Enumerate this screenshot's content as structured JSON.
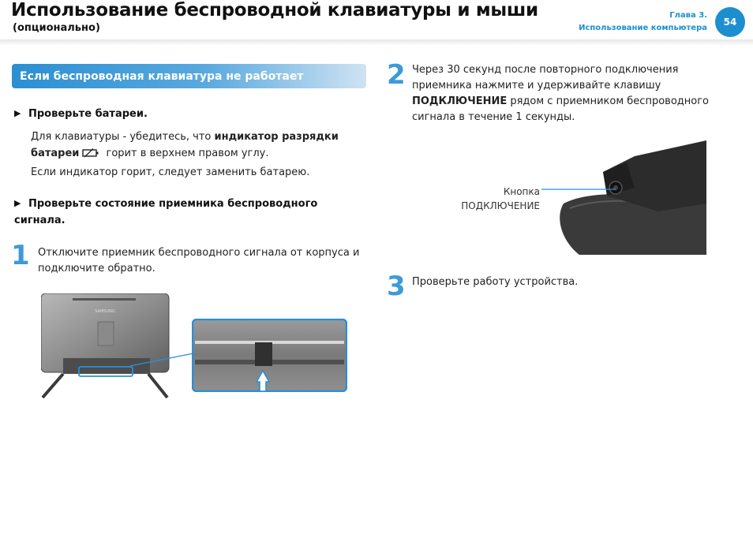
{
  "header": {
    "title": "Использование беспроводной клавиатуры и мыши",
    "subtitle": "(опционально)",
    "chapter": "Глава 3.",
    "chapter_title": "Использование компьютера",
    "page_number": "54"
  },
  "section": {
    "title": "Если беспроводная клавиатура не работает"
  },
  "bullets": {
    "check_batteries": "Проверьте батареи.",
    "check_receiver": "Проверьте состояние приемника беспроводного сигнала."
  },
  "battery_para": {
    "t1": "Для клавиатуры - убедитесь, что ",
    "bold": "индикатор разрядки батареи",
    "t2": " горит в верхнем правом углу.",
    "replace": "Если индикатор горит, следует заменить батарею."
  },
  "steps": [
    {
      "number": "1",
      "text": "Отключите приемник беспроводного сигнала от корпуса и подключите обратно."
    },
    {
      "number": "2",
      "text_before": "Через 30 секунд после повторного подключения приемника нажмите и удерживайте клавишу ",
      "bold": "ПОДКЛЮЧЕНИЕ",
      "text_after": " рядом с приемником беспроводного сигнала в течение 1 секунды."
    },
    {
      "number": "3",
      "text": "Проверьте работу устройства."
    }
  ],
  "figure": {
    "caption_line1": "Кнопка",
    "caption_line2": "ПОДКЛЮЧЕНИЕ",
    "brand_label": "SAMSUNG"
  },
  "colors": {
    "accent": "#1c8fd0",
    "step_number": "#3d9ad9"
  }
}
